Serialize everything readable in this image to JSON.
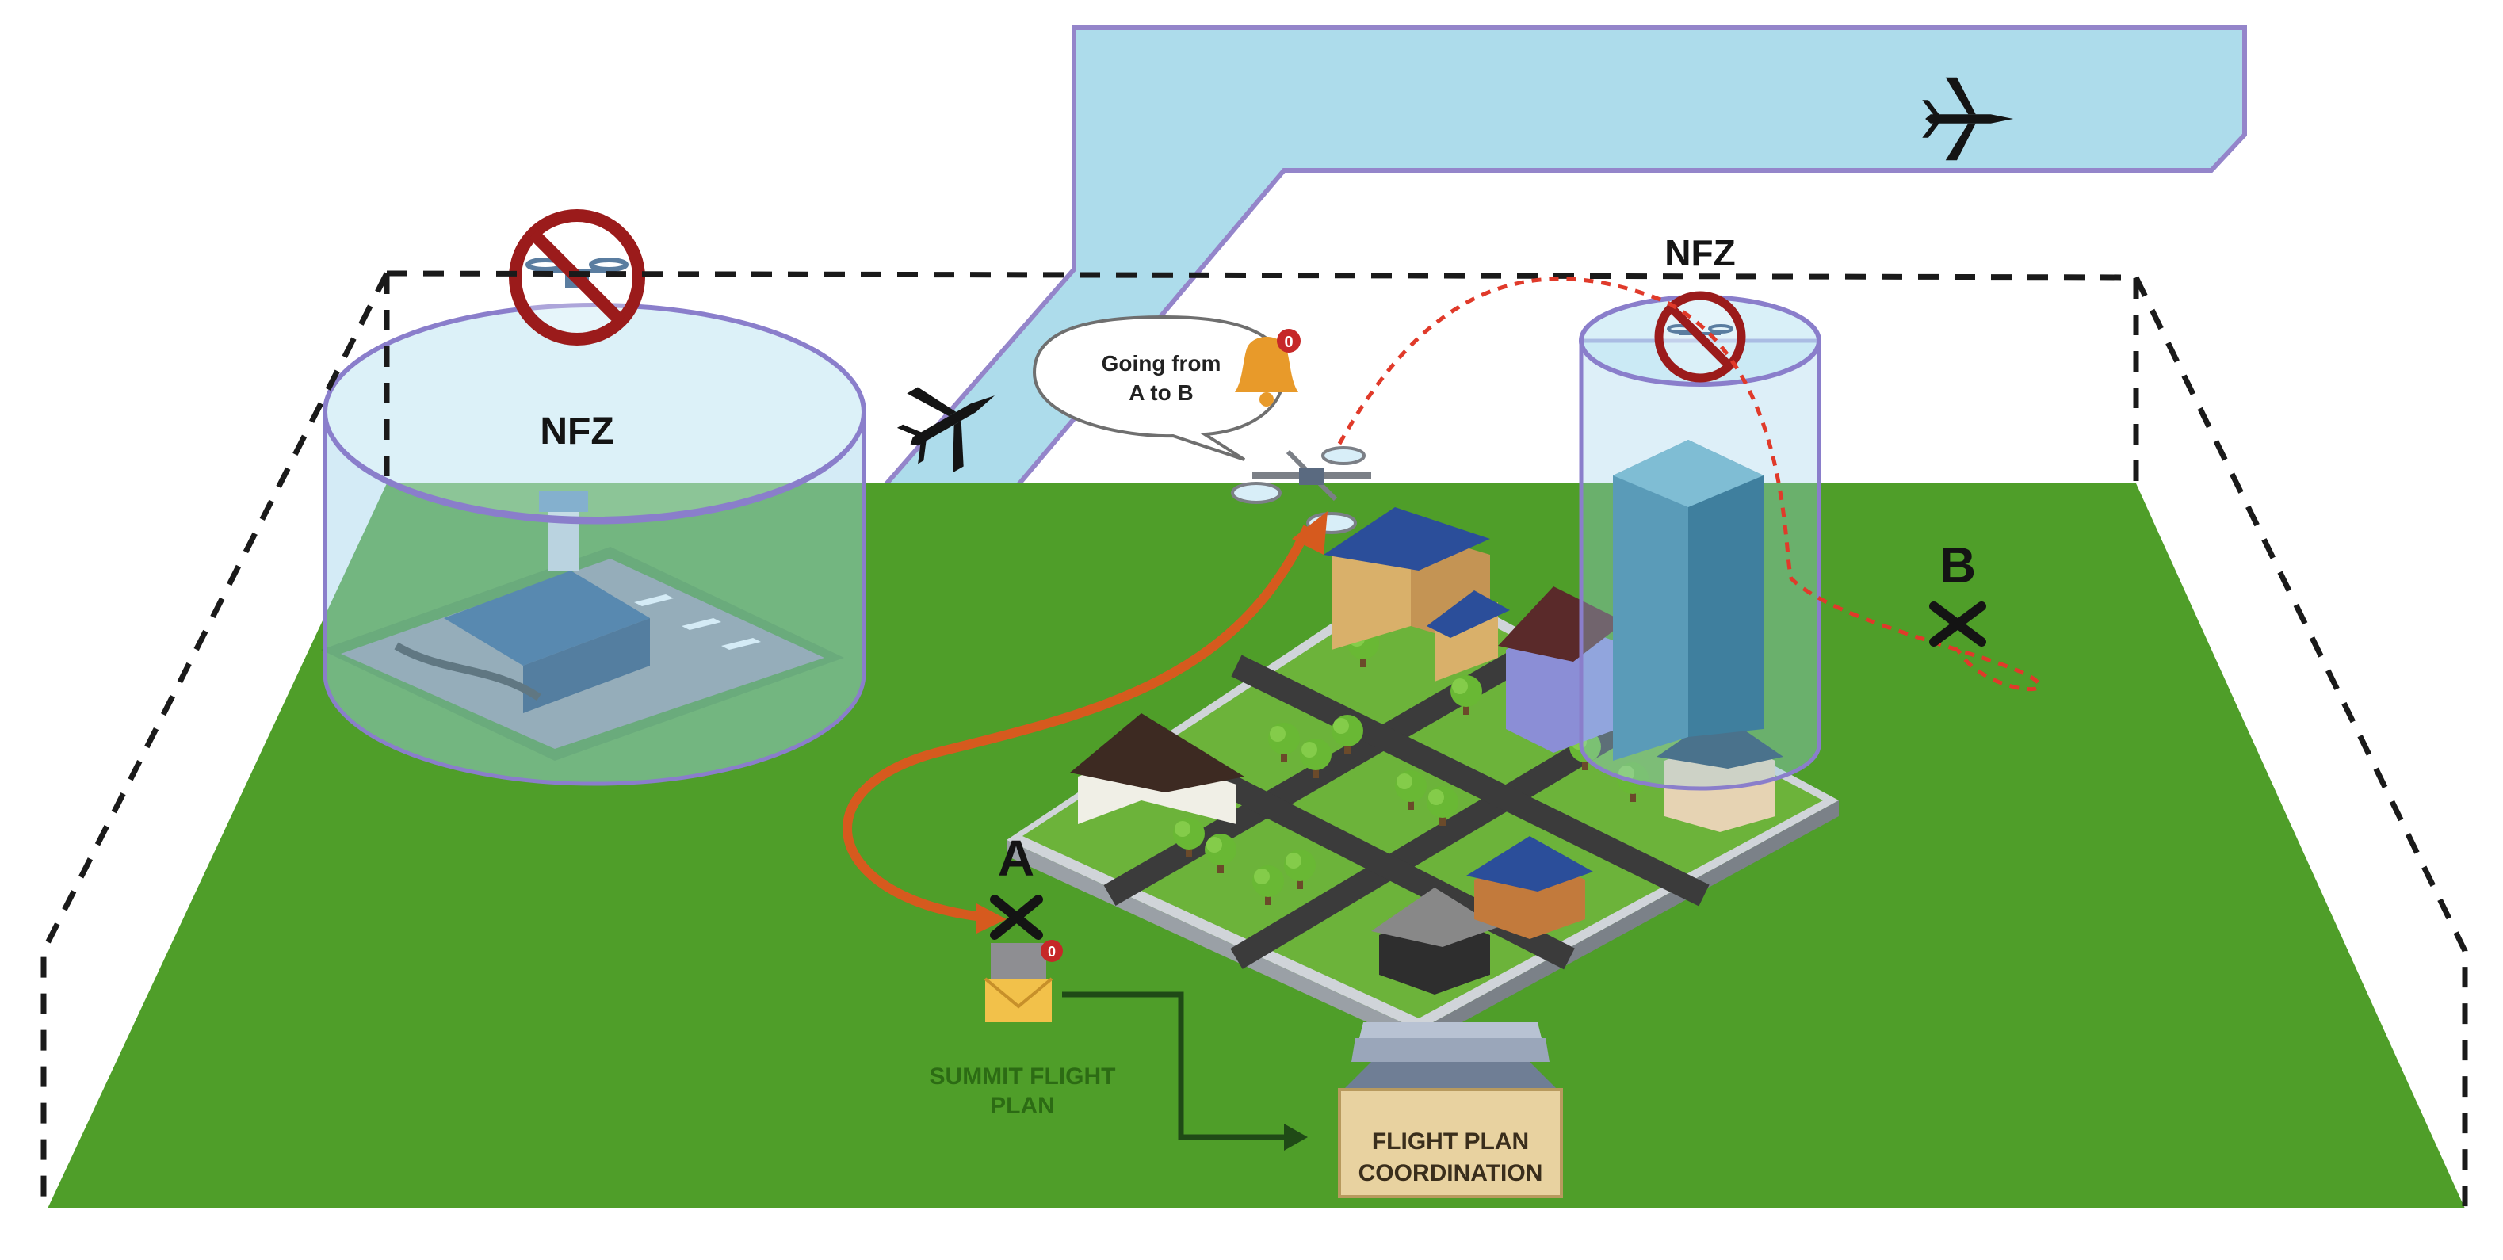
{
  "labels": {
    "nfz_left": "NFZ",
    "nfz_right": "NFZ",
    "point_a": "A",
    "point_b": "B",
    "speech_line1": "Going from",
    "speech_line2": "A to B",
    "badge_count": "0",
    "submit_line1": "SUMMIT FLIGHT",
    "submit_line2": "PLAN",
    "coord_line1": "FLIGHT PLAN",
    "coord_line2": "COORDINATION"
  },
  "colors": {
    "ground": "#4f9e29",
    "ground_dark": "#3f8a22",
    "air_corridor": "#a9dbea",
    "air_corridor_border": "#8f7fc8",
    "nfz_cylinder": "#9fd2ea",
    "nfz_border": "#8a7ecb",
    "prohibited_red": "#9b1b1b",
    "route_orange": "#d65a1e",
    "route_red_dotted": "#e03a2a",
    "arrow_dark_green": "#1f4a16",
    "label_green": "#2c6b14",
    "city_block": "#6cb33a",
    "road": "#3b3b3b"
  },
  "icons": [
    "airplane-icon",
    "drone-icon",
    "no-drone-sign-icon",
    "bell-icon",
    "envelope-icon",
    "file-tray-icon",
    "x-marker-icon"
  ]
}
